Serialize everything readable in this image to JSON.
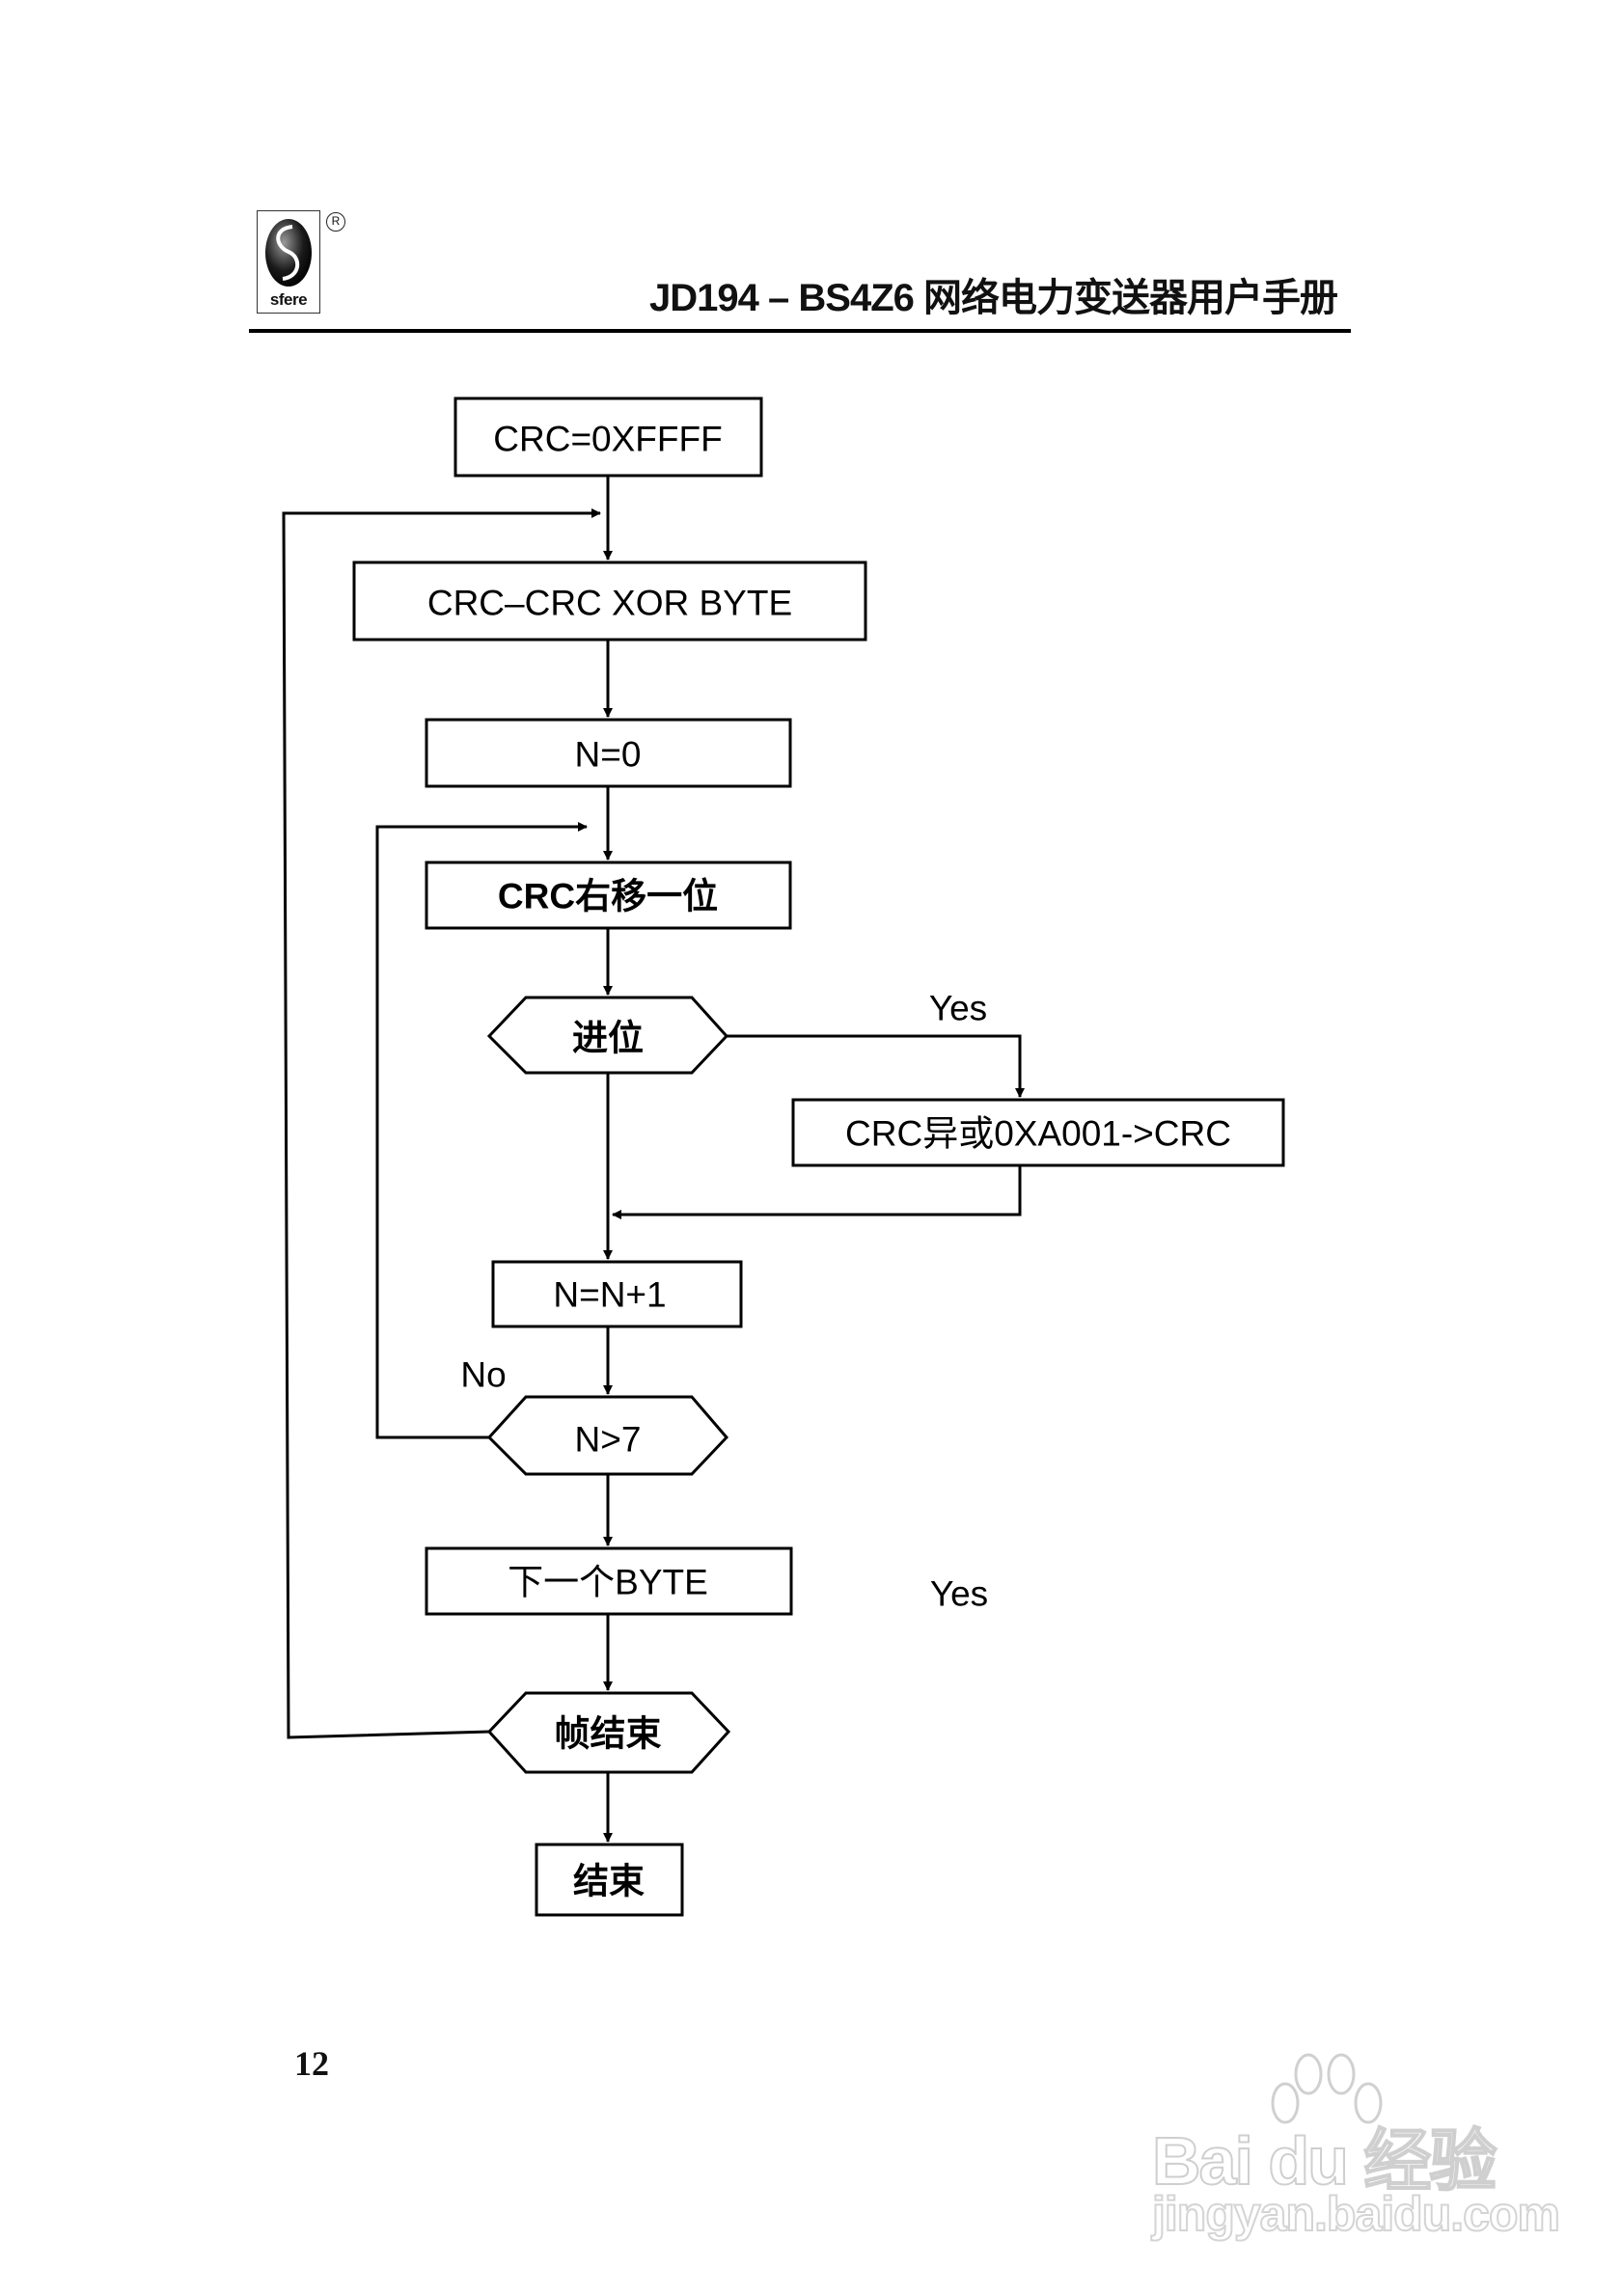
{
  "header": {
    "logo_word": "sfere",
    "logo_letter": "S",
    "registered_mark": "R",
    "title": "JD194 – BS4Z6 网络电力变送器用户手册"
  },
  "flowchart": {
    "nodes": [
      {
        "id": "init",
        "shape": "rect",
        "label": "CRC=0XFFFF"
      },
      {
        "id": "xor-byte",
        "shape": "rect",
        "label": "CRC–CRC XOR BYTE"
      },
      {
        "id": "n-zero",
        "shape": "rect",
        "label": "N=0"
      },
      {
        "id": "shift-right",
        "shape": "rect",
        "label": "CRC右移一位"
      },
      {
        "id": "carry",
        "shape": "hexagon",
        "label": "进位"
      },
      {
        "id": "xor-poly",
        "shape": "rect",
        "label": "CRC异或0XA001->CRC"
      },
      {
        "id": "n-inc",
        "shape": "rect",
        "label": "N=N+1"
      },
      {
        "id": "n-gt-7",
        "shape": "hexagon",
        "label": "N>7"
      },
      {
        "id": "next-byte",
        "shape": "rect",
        "label": "下一个BYTE"
      },
      {
        "id": "frame-end",
        "shape": "hexagon",
        "label": "帧结束"
      },
      {
        "id": "end",
        "shape": "rect",
        "label": "结束"
      }
    ],
    "edge_labels": {
      "carry_yes": "Yes",
      "n_gt_7_no": "No",
      "frame_end_yes": "Yes"
    }
  },
  "footer": {
    "page_number": "12"
  },
  "watermark": {
    "brand": "Bai du 经验",
    "url": "jingyan.baidu.com"
  }
}
